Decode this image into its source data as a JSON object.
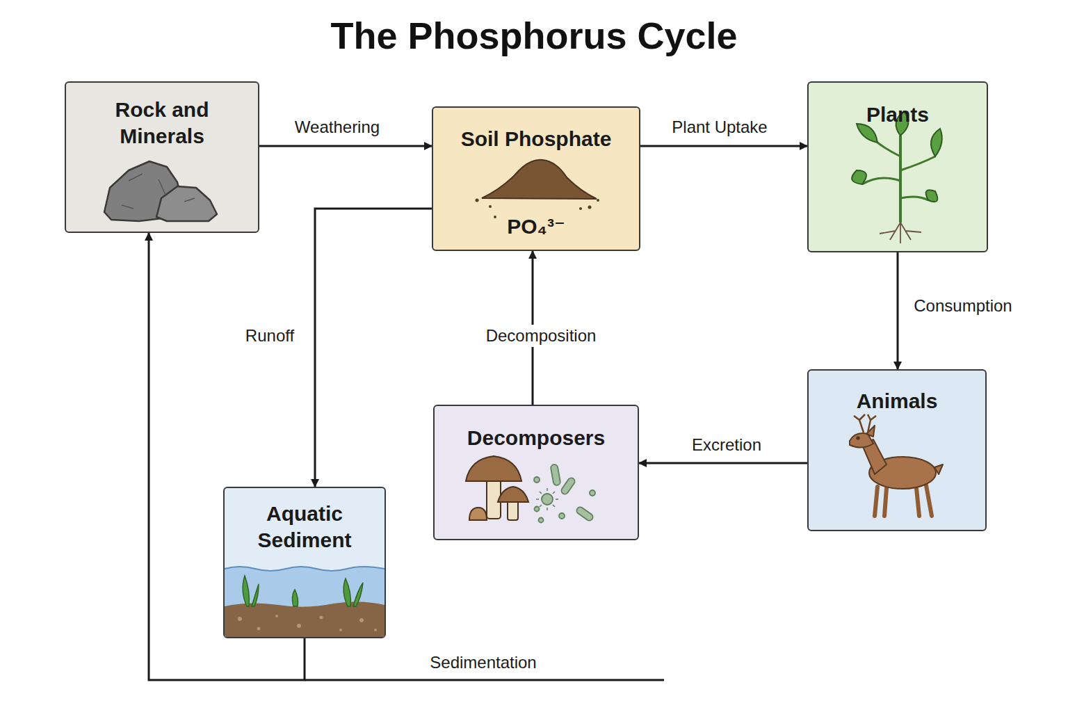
{
  "diagram": {
    "title": "The Phosphorus Cycle",
    "nodes": [
      {
        "text": [
          "Rock and Minerals"
        ]
      },
      {
        "text": [
          "Soil Phosphate",
          "PO₄³⁻"
        ]
      },
      {
        "text": [
          "Plants"
        ]
      },
      {
        "text": [
          "Animals"
        ]
      },
      {
        "text": [
          "Decomposers"
        ]
      },
      {
        "text": [
          "Aquatic Sediment"
        ]
      }
    ],
    "edges": [
      {
        "from": 0,
        "to": 1,
        "label": "Weathering",
        "arrow": "to"
      },
      {
        "from": 1,
        "to": 2,
        "label": "Plant Uptake",
        "arrow": "to"
      },
      {
        "from": 2,
        "to": 3,
        "label": "Consumption",
        "arrow": "to"
      },
      {
        "from": 3,
        "to": 4,
        "label": "Excretion",
        "arrow": "to"
      },
      {
        "from": 4,
        "to": 1,
        "label": "Decomposition",
        "arrow": "to"
      },
      {
        "from": 1,
        "to": 5,
        "label": "Runoff",
        "arrow": "to"
      },
      {
        "from": 5,
        "to": 0,
        "label": "Sedimentation",
        "arrow": "to"
      }
    ]
  }
}
